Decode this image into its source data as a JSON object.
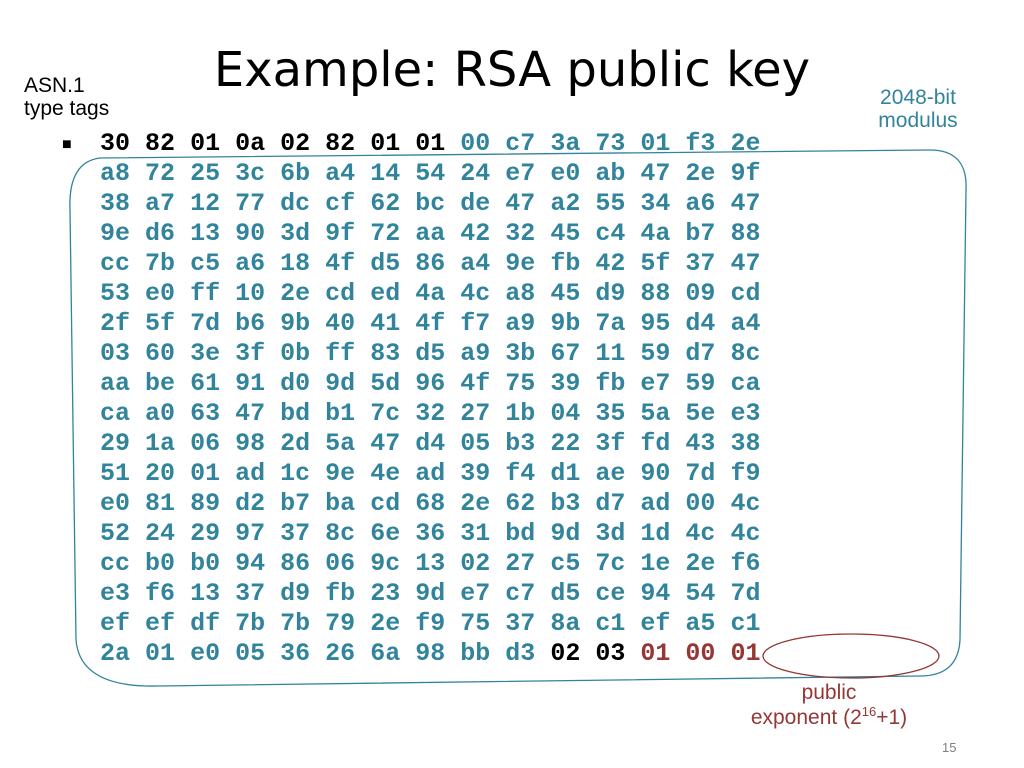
{
  "slide": {
    "title": "Example: RSA public key",
    "asn_note": [
      "ASN.1",
      "type tags"
    ],
    "modulus_note": [
      "2048-bit",
      "modulus"
    ],
    "exponent_note": {
      "line1": "public",
      "line2_prefix": "exponent (2",
      "superscript": "16",
      "line2_suffix": "+1)"
    },
    "page_number": "15",
    "colors": {
      "tag": "#000000",
      "modulus": "#31849b",
      "exponent": "#953735"
    }
  },
  "hex": {
    "lines": [
      [
        [
          "30",
          "tag"
        ],
        [
          "82",
          "tag"
        ],
        [
          "01",
          "tag"
        ],
        [
          "0a",
          "tag"
        ],
        [
          "02",
          "tag"
        ],
        [
          "82",
          "tag"
        ],
        [
          "01",
          "tag"
        ],
        [
          "01",
          "tag"
        ],
        [
          "00",
          "mod"
        ],
        [
          "c7",
          "mod"
        ],
        [
          "3a",
          "mod"
        ],
        [
          "73",
          "mod"
        ],
        [
          "01",
          "mod"
        ],
        [
          "f3",
          "mod"
        ],
        [
          "2e",
          "mod"
        ]
      ],
      [
        [
          "a8",
          "mod"
        ],
        [
          "72",
          "mod"
        ],
        [
          "25",
          "mod"
        ],
        [
          "3c",
          "mod"
        ],
        [
          "6b",
          "mod"
        ],
        [
          "a4",
          "mod"
        ],
        [
          "14",
          "mod"
        ],
        [
          "54",
          "mod"
        ],
        [
          "24",
          "mod"
        ],
        [
          "e7",
          "mod"
        ],
        [
          "e0",
          "mod"
        ],
        [
          "ab",
          "mod"
        ],
        [
          "47",
          "mod"
        ],
        [
          "2e",
          "mod"
        ],
        [
          "9f",
          "mod"
        ]
      ],
      [
        [
          "38",
          "mod"
        ],
        [
          "a7",
          "mod"
        ],
        [
          "12",
          "mod"
        ],
        [
          "77",
          "mod"
        ],
        [
          "dc",
          "mod"
        ],
        [
          "cf",
          "mod"
        ],
        [
          "62",
          "mod"
        ],
        [
          "bc",
          "mod"
        ],
        [
          "de",
          "mod"
        ],
        [
          "47",
          "mod"
        ],
        [
          "a2",
          "mod"
        ],
        [
          "55",
          "mod"
        ],
        [
          "34",
          "mod"
        ],
        [
          "a6",
          "mod"
        ],
        [
          "47",
          "mod"
        ]
      ],
      [
        [
          "9e",
          "mod"
        ],
        [
          "d6",
          "mod"
        ],
        [
          "13",
          "mod"
        ],
        [
          "90",
          "mod"
        ],
        [
          "3d",
          "mod"
        ],
        [
          "9f",
          "mod"
        ],
        [
          "72",
          "mod"
        ],
        [
          "aa",
          "mod"
        ],
        [
          "42",
          "mod"
        ],
        [
          "32",
          "mod"
        ],
        [
          "45",
          "mod"
        ],
        [
          "c4",
          "mod"
        ],
        [
          "4a",
          "mod"
        ],
        [
          "b7",
          "mod"
        ],
        [
          "88",
          "mod"
        ]
      ],
      [
        [
          "cc",
          "mod"
        ],
        [
          "7b",
          "mod"
        ],
        [
          "c5",
          "mod"
        ],
        [
          "a6",
          "mod"
        ],
        [
          "18",
          "mod"
        ],
        [
          "4f",
          "mod"
        ],
        [
          "d5",
          "mod"
        ],
        [
          "86",
          "mod"
        ],
        [
          "a4",
          "mod"
        ],
        [
          "9e",
          "mod"
        ],
        [
          "fb",
          "mod"
        ],
        [
          "42",
          "mod"
        ],
        [
          "5f",
          "mod"
        ],
        [
          "37",
          "mod"
        ],
        [
          "47",
          "mod"
        ]
      ],
      [
        [
          "53",
          "mod"
        ],
        [
          "e0",
          "mod"
        ],
        [
          "ff",
          "mod"
        ],
        [
          "10",
          "mod"
        ],
        [
          "2e",
          "mod"
        ],
        [
          "cd",
          "mod"
        ],
        [
          "ed",
          "mod"
        ],
        [
          "4a",
          "mod"
        ],
        [
          "4c",
          "mod"
        ],
        [
          "a8",
          "mod"
        ],
        [
          "45",
          "mod"
        ],
        [
          "d9",
          "mod"
        ],
        [
          "88",
          "mod"
        ],
        [
          "09",
          "mod"
        ],
        [
          "cd",
          "mod"
        ]
      ],
      [
        [
          "2f",
          "mod"
        ],
        [
          "5f",
          "mod"
        ],
        [
          "7d",
          "mod"
        ],
        [
          "b6",
          "mod"
        ],
        [
          "9b",
          "mod"
        ],
        [
          "40",
          "mod"
        ],
        [
          "41",
          "mod"
        ],
        [
          "4f",
          "mod"
        ],
        [
          "f7",
          "mod"
        ],
        [
          "a9",
          "mod"
        ],
        [
          "9b",
          "mod"
        ],
        [
          "7a",
          "mod"
        ],
        [
          "95",
          "mod"
        ],
        [
          "d4",
          "mod"
        ],
        [
          "a4",
          "mod"
        ]
      ],
      [
        [
          "03",
          "mod"
        ],
        [
          "60",
          "mod"
        ],
        [
          "3e",
          "mod"
        ],
        [
          "3f",
          "mod"
        ],
        [
          "0b",
          "mod"
        ],
        [
          "ff",
          "mod"
        ],
        [
          "83",
          "mod"
        ],
        [
          "d5",
          "mod"
        ],
        [
          "a9",
          "mod"
        ],
        [
          "3b",
          "mod"
        ],
        [
          "67",
          "mod"
        ],
        [
          "11",
          "mod"
        ],
        [
          "59",
          "mod"
        ],
        [
          "d7",
          "mod"
        ],
        [
          "8c",
          "mod"
        ]
      ],
      [
        [
          "aa",
          "mod"
        ],
        [
          "be",
          "mod"
        ],
        [
          "61",
          "mod"
        ],
        [
          "91",
          "mod"
        ],
        [
          "d0",
          "mod"
        ],
        [
          "9d",
          "mod"
        ],
        [
          "5d",
          "mod"
        ],
        [
          "96",
          "mod"
        ],
        [
          "4f",
          "mod"
        ],
        [
          "75",
          "mod"
        ],
        [
          "39",
          "mod"
        ],
        [
          "fb",
          "mod"
        ],
        [
          "e7",
          "mod"
        ],
        [
          "59",
          "mod"
        ],
        [
          "ca",
          "mod"
        ]
      ],
      [
        [
          "ca",
          "mod"
        ],
        [
          "a0",
          "mod"
        ],
        [
          "63",
          "mod"
        ],
        [
          "47",
          "mod"
        ],
        [
          "bd",
          "mod"
        ],
        [
          "b1",
          "mod"
        ],
        [
          "7c",
          "mod"
        ],
        [
          "32",
          "mod"
        ],
        [
          "27",
          "mod"
        ],
        [
          "1b",
          "mod"
        ],
        [
          "04",
          "mod"
        ],
        [
          "35",
          "mod"
        ],
        [
          "5a",
          "mod"
        ],
        [
          "5e",
          "mod"
        ],
        [
          "e3",
          "mod"
        ]
      ],
      [
        [
          "29",
          "mod"
        ],
        [
          "1a",
          "mod"
        ],
        [
          "06",
          "mod"
        ],
        [
          "98",
          "mod"
        ],
        [
          "2d",
          "mod"
        ],
        [
          "5a",
          "mod"
        ],
        [
          "47",
          "mod"
        ],
        [
          "d4",
          "mod"
        ],
        [
          "05",
          "mod"
        ],
        [
          "b3",
          "mod"
        ],
        [
          "22",
          "mod"
        ],
        [
          "3f",
          "mod"
        ],
        [
          "fd",
          "mod"
        ],
        [
          "43",
          "mod"
        ],
        [
          "38",
          "mod"
        ]
      ],
      [
        [
          "51",
          "mod"
        ],
        [
          "20",
          "mod"
        ],
        [
          "01",
          "mod"
        ],
        [
          "ad",
          "mod"
        ],
        [
          "1c",
          "mod"
        ],
        [
          "9e",
          "mod"
        ],
        [
          "4e",
          "mod"
        ],
        [
          "ad",
          "mod"
        ],
        [
          "39",
          "mod"
        ],
        [
          "f4",
          "mod"
        ],
        [
          "d1",
          "mod"
        ],
        [
          "ae",
          "mod"
        ],
        [
          "90",
          "mod"
        ],
        [
          "7d",
          "mod"
        ],
        [
          "f9",
          "mod"
        ]
      ],
      [
        [
          "e0",
          "mod"
        ],
        [
          "81",
          "mod"
        ],
        [
          "89",
          "mod"
        ],
        [
          "d2",
          "mod"
        ],
        [
          "b7",
          "mod"
        ],
        [
          "ba",
          "mod"
        ],
        [
          "cd",
          "mod"
        ],
        [
          "68",
          "mod"
        ],
        [
          "2e",
          "mod"
        ],
        [
          "62",
          "mod"
        ],
        [
          "b3",
          "mod"
        ],
        [
          "d7",
          "mod"
        ],
        [
          "ad",
          "mod"
        ],
        [
          "00",
          "mod"
        ],
        [
          "4c",
          "mod"
        ]
      ],
      [
        [
          "52",
          "mod"
        ],
        [
          "24",
          "mod"
        ],
        [
          "29",
          "mod"
        ],
        [
          "97",
          "mod"
        ],
        [
          "37",
          "mod"
        ],
        [
          "8c",
          "mod"
        ],
        [
          "6e",
          "mod"
        ],
        [
          "36",
          "mod"
        ],
        [
          "31",
          "mod"
        ],
        [
          "bd",
          "mod"
        ],
        [
          "9d",
          "mod"
        ],
        [
          "3d",
          "mod"
        ],
        [
          "1d",
          "mod"
        ],
        [
          "4c",
          "mod"
        ],
        [
          "4c",
          "mod"
        ]
      ],
      [
        [
          "cc",
          "mod"
        ],
        [
          "b0",
          "mod"
        ],
        [
          "b0",
          "mod"
        ],
        [
          "94",
          "mod"
        ],
        [
          "86",
          "mod"
        ],
        [
          "06",
          "mod"
        ],
        [
          "9c",
          "mod"
        ],
        [
          "13",
          "mod"
        ],
        [
          "02",
          "mod"
        ],
        [
          "27",
          "mod"
        ],
        [
          "c5",
          "mod"
        ],
        [
          "7c",
          "mod"
        ],
        [
          "1e",
          "mod"
        ],
        [
          "2e",
          "mod"
        ],
        [
          "f6",
          "mod"
        ]
      ],
      [
        [
          "e3",
          "mod"
        ],
        [
          "f6",
          "mod"
        ],
        [
          "13",
          "mod"
        ],
        [
          "37",
          "mod"
        ],
        [
          "d9",
          "mod"
        ],
        [
          "fb",
          "mod"
        ],
        [
          "23",
          "mod"
        ],
        [
          "9d",
          "mod"
        ],
        [
          "e7",
          "mod"
        ],
        [
          "c7",
          "mod"
        ],
        [
          "d5",
          "mod"
        ],
        [
          "ce",
          "mod"
        ],
        [
          "94",
          "mod"
        ],
        [
          "54",
          "mod"
        ],
        [
          "7d",
          "mod"
        ]
      ],
      [
        [
          "ef",
          "mod"
        ],
        [
          "ef",
          "mod"
        ],
        [
          "df",
          "mod"
        ],
        [
          "7b",
          "mod"
        ],
        [
          "7b",
          "mod"
        ],
        [
          "79",
          "mod"
        ],
        [
          "2e",
          "mod"
        ],
        [
          "f9",
          "mod"
        ],
        [
          "75",
          "mod"
        ],
        [
          "37",
          "mod"
        ],
        [
          "8a",
          "mod"
        ],
        [
          "c1",
          "mod"
        ],
        [
          "ef",
          "mod"
        ],
        [
          "a5",
          "mod"
        ],
        [
          "c1",
          "mod"
        ]
      ],
      [
        [
          "2a",
          "mod"
        ],
        [
          "01",
          "mod"
        ],
        [
          "e0",
          "mod"
        ],
        [
          "05",
          "mod"
        ],
        [
          "36",
          "mod"
        ],
        [
          "26",
          "mod"
        ],
        [
          "6a",
          "mod"
        ],
        [
          "98",
          "mod"
        ],
        [
          "bb",
          "mod"
        ],
        [
          "d3",
          "mod"
        ],
        [
          "02",
          "tag"
        ],
        [
          "03",
          "tag"
        ],
        [
          "01",
          "exp"
        ],
        [
          "00",
          "exp"
        ],
        [
          "01",
          "exp"
        ]
      ]
    ]
  }
}
